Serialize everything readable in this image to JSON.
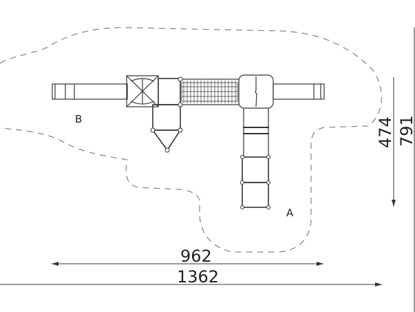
{
  "drawing": {
    "zone_labels": {
      "a": "A",
      "b": "B"
    },
    "dimensions": {
      "inner_width": "962",
      "outer_width": "1362",
      "inner_depth": "474",
      "outer_depth": "791"
    },
    "colors": {
      "line": "#333333",
      "dash": "#8a8a8a"
    }
  }
}
